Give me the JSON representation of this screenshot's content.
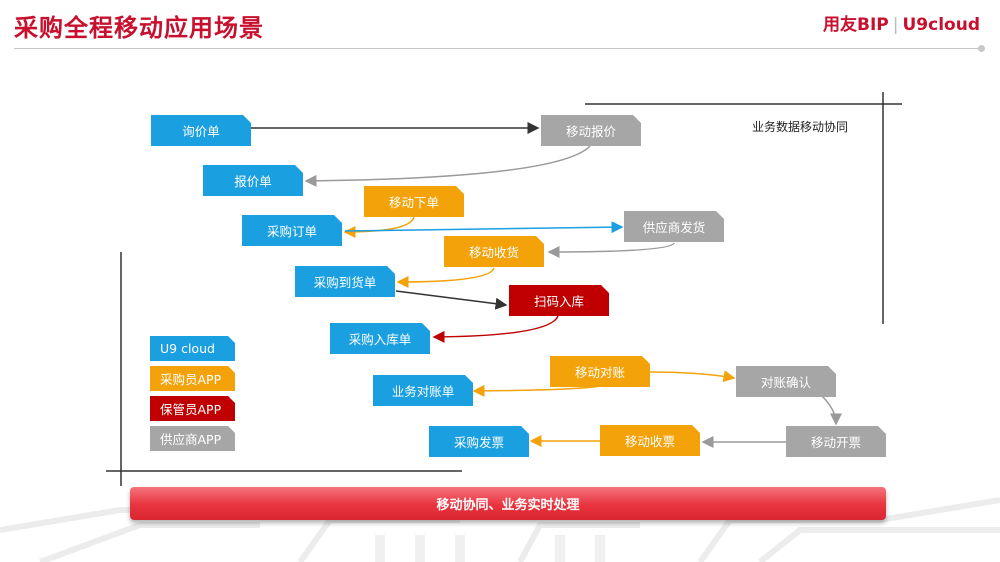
{
  "header": {
    "title": "采购全程移动应用场景",
    "logo_main": "用友BIP",
    "logo_sep": "|",
    "logo_sub": "U9cloud"
  },
  "diagram": {
    "collab_label": "业务数据移动协同",
    "nodes": {
      "inquiry": "询价单",
      "mobile_quote": "移动报价",
      "quote": "报价单",
      "mobile_order": "移动下单",
      "purchase_order": "采购订单",
      "supplier_ship": "供应商发货",
      "mobile_receive": "移动收货",
      "arrival": "采购到货单",
      "scan_in": "扫码入库",
      "receipt": "采购入库单",
      "mobile_reconcile": "移动对账",
      "reconcile_confirm": "对账确认",
      "statement": "业务对账单",
      "mobile_invoice_issue": "移动开票",
      "mobile_invoice_receive": "移动收票",
      "purchase_invoice": "采购发票"
    },
    "legend": [
      {
        "label": "U9 cloud",
        "color": "#1a9fe0"
      },
      {
        "label": "采购员APP",
        "color": "#f4a20a"
      },
      {
        "label": "保管员APP",
        "color": "#c00000"
      },
      {
        "label": "供应商APP",
        "color": "#a6a6a6"
      }
    ],
    "bottom_bar": "移动协同、业务实时处理"
  }
}
